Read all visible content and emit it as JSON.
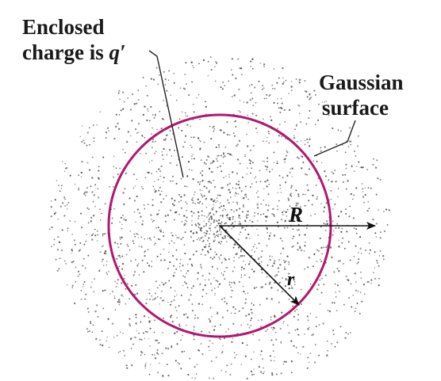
{
  "diagram": {
    "enclosed_label": {
      "line1": "Enclosed",
      "line2_prefix": "charge is ",
      "line2_symbol": "q′"
    },
    "gaussian_label": {
      "line1": "Gaussian",
      "line2": "surface"
    },
    "big_radius_label": "R",
    "small_radius_label": "r",
    "colors": {
      "gaussian_surface": "#b3176f",
      "dots": "#4a4a4a",
      "arrows": "#111111",
      "leader_lines": "#222222"
    }
  }
}
